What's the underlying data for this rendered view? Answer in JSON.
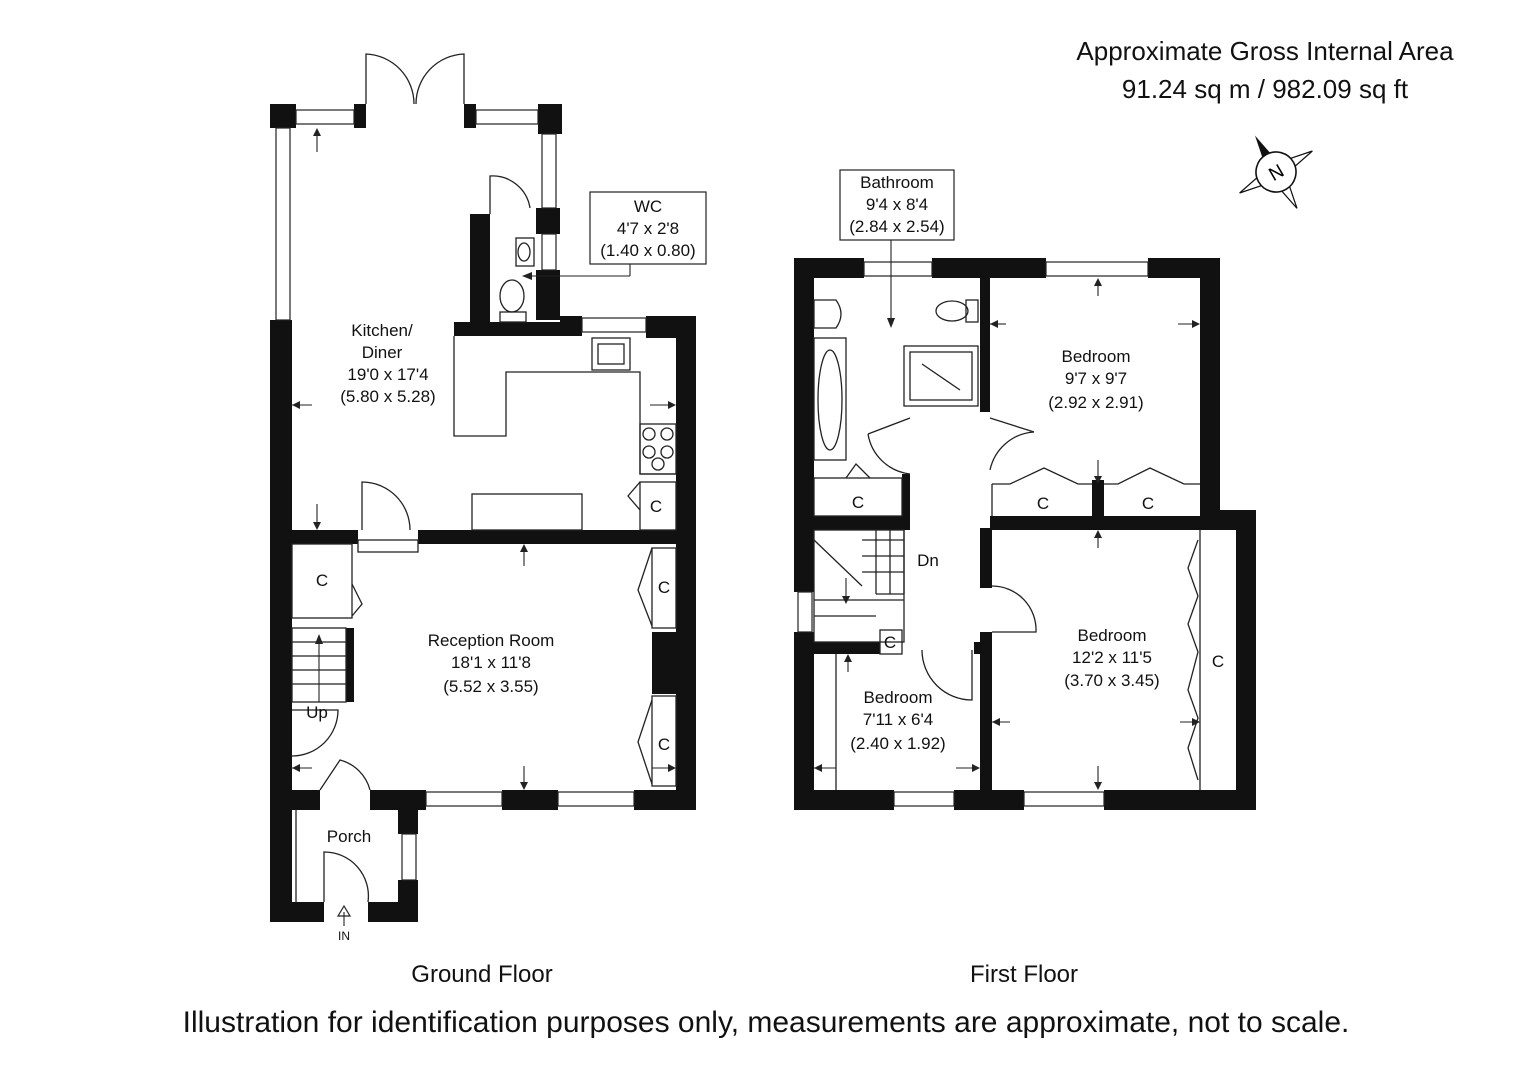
{
  "header": {
    "area_title": "Approximate Gross Internal Area",
    "area_value": "91.24 sq m / 982.09 sq ft"
  },
  "ground_floor": {
    "label": "Ground Floor",
    "kitchen": {
      "name_line1": "Kitchen/",
      "name_line2": "Diner",
      "dims_imperial": "19'0 x 17'4",
      "dims_metric": "(5.80 x 5.28)"
    },
    "wc": {
      "name": "WC",
      "dims_imperial": "4'7 x 2'8",
      "dims_metric": "(1.40 x 0.80)"
    },
    "reception": {
      "name": "Reception Room",
      "dims_imperial": "18'1 x 11'8",
      "dims_metric": "(5.52 x 3.55)"
    },
    "porch": {
      "name": "Porch"
    },
    "stairs_label": "Up",
    "entrance_label": "IN",
    "cupboard_label": "C"
  },
  "first_floor": {
    "label": "First Floor",
    "bathroom": {
      "name": "Bathroom",
      "dims_imperial": "9'4 x 8'4",
      "dims_metric": "(2.84 x 2.54)"
    },
    "bedroom_1": {
      "name": "Bedroom",
      "dims_imperial": "9'7 x 9'7",
      "dims_metric": "(2.92 x 2.91)"
    },
    "bedroom_2": {
      "name": "Bedroom",
      "dims_imperial": "12'2 x 11'5",
      "dims_metric": "(3.70 x 3.45)"
    },
    "bedroom_3": {
      "name": "Bedroom",
      "dims_imperial": "7'11 x 6'4",
      "dims_metric": "(2.40 x 1.92)"
    },
    "stairs_label": "Dn",
    "cupboard_label": "C"
  },
  "compass": {
    "label": "N"
  },
  "disclaimer": "Illustration for identification purposes only, measurements are approximate, not to scale."
}
